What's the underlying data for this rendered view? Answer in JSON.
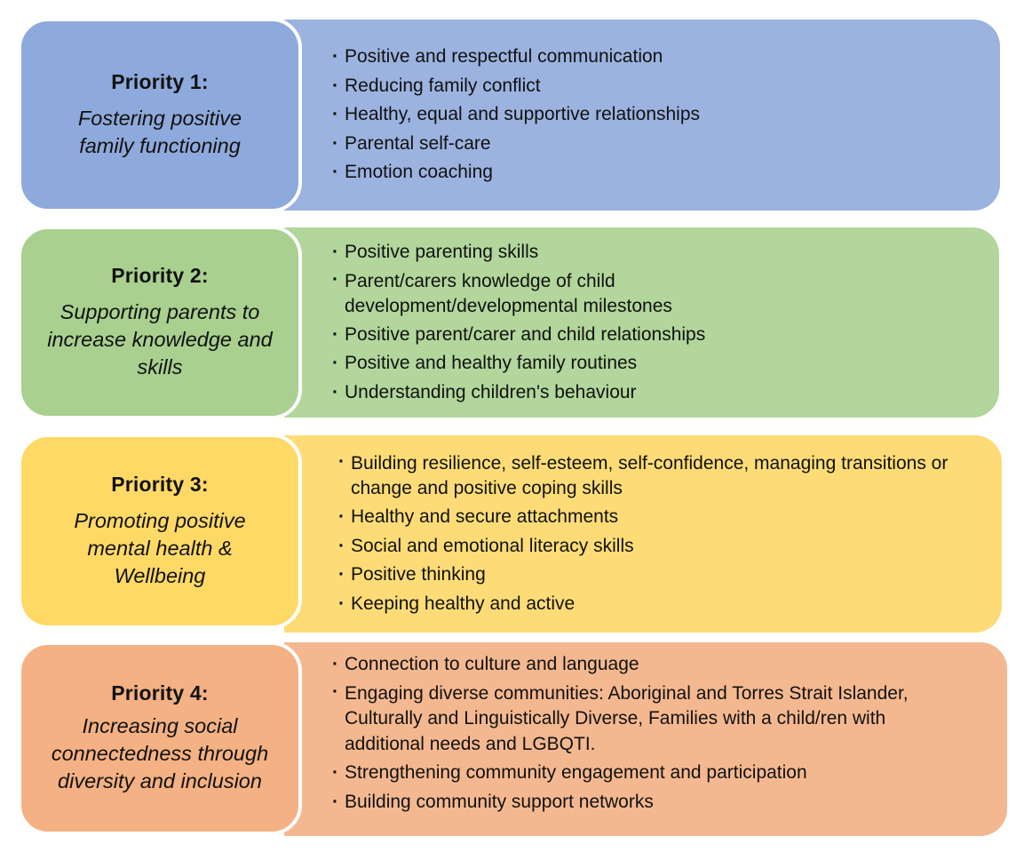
{
  "priorities": [
    {
      "title": "Priority 1:",
      "description": "Fostering positive family functioning",
      "colors": {
        "left": "#8EA9DB",
        "right": "#9CB3E0"
      },
      "items": [
        "Positive and respectful communication",
        "Reducing family conflict",
        "Healthy, equal and supportive relationships",
        "Parental self-care",
        "Emotion coaching"
      ]
    },
    {
      "title": "Priority 2:",
      "description": "Supporting parents to increase knowledge and skills",
      "colors": {
        "left": "#A9D08E",
        "right": "#B2D69B"
      },
      "items": [
        "Positive parenting skills",
        "Parent/carers knowledge of child development/developmental milestones",
        "Positive parent/carer and child relationships",
        "Positive and healthy family routines",
        "Understanding children's behaviour"
      ]
    },
    {
      "title": "Priority 3:",
      "description": "Promoting positive mental health & Wellbeing",
      "colors": {
        "left": "#FFD966",
        "right": "#FDDC77"
      },
      "items": [
        "Building resilience, self-esteem, self-confidence, managing transitions or change and positive coping skills",
        "Healthy and secure attachments",
        "Social and emotional literacy skills",
        "Positive thinking",
        "Keeping healthy and active"
      ]
    },
    {
      "title": "Priority 4:",
      "description": "Increasing social connectedness through diversity and inclusion",
      "colors": {
        "left": "#F4B183",
        "right": "#F4B890"
      },
      "items": [
        "Connection to culture and language",
        "Engaging diverse communities: Aboriginal and Torres Strait Islander, Culturally and Linguistically Diverse, Families with a child/ren with additional needs and LGBQTI.",
        "Strengthening community engagement and participation",
        "Building community support networks"
      ]
    }
  ]
}
